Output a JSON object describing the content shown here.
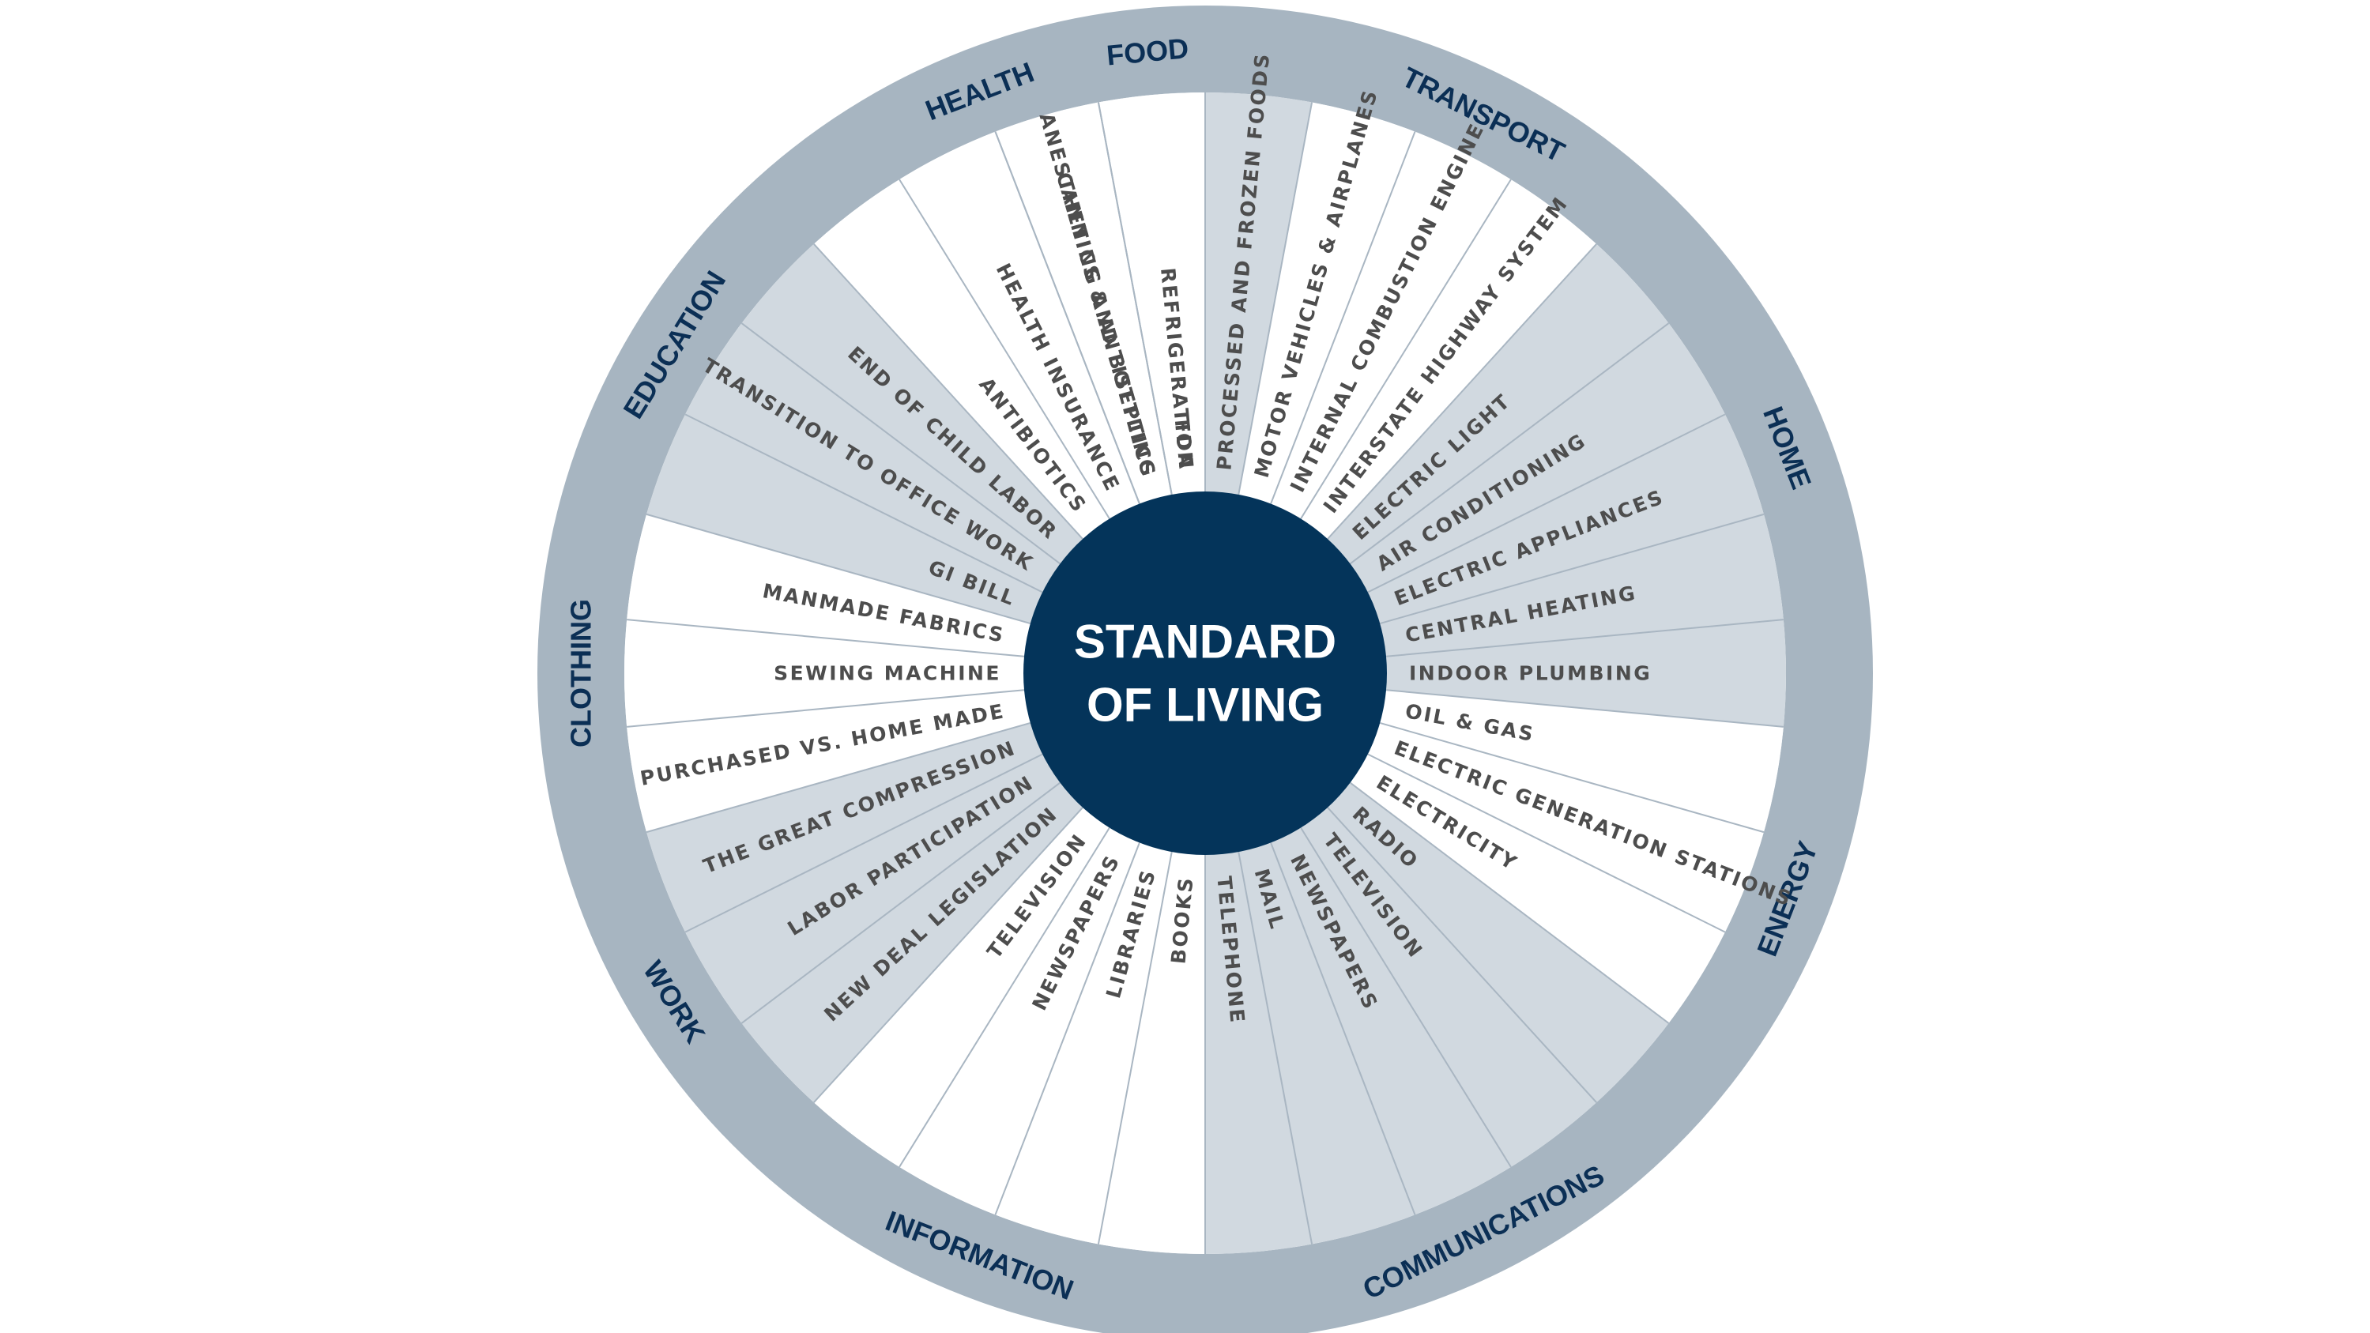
{
  "title": {
    "line1": "STANDARD",
    "line2": "OF LIVING"
  },
  "colors": {
    "outer_ring": "#a7b5c1",
    "shaded_sector": "#d1d9e0",
    "white_sector": "#ffffff",
    "divider": "#a9b6c2",
    "center": "#04345a",
    "category_text": "#0b2f55",
    "item_text": "#4d4d4d",
    "title_text": "#ffffff"
  },
  "categories": [
    {
      "name": "FOOD",
      "shaded": true,
      "items": [
        "CANNING AND BOTTLING",
        "REFRIGERATION",
        "PROCESSED AND FROZEN FOODS"
      ]
    },
    {
      "name": "TRANSPORT",
      "shaded": false,
      "items": [
        "MOTOR VEHICLES & AIRPLANES",
        "INTERNAL COMBUSTION ENGINE",
        "INTERSTATE HIGHWAY SYSTEM"
      ]
    },
    {
      "name": "HOME",
      "shaded": true,
      "items": [
        "ELECTRIC LIGHT",
        "AIR CONDITIONING",
        "ELECTRIC APPLIANCES",
        "CENTRAL HEATING",
        "INDOOR PLUMBING"
      ]
    },
    {
      "name": "ENERGY",
      "shaded": false,
      "items": [
        "OIL & GAS",
        "ELECTRIC GENERATION STATIONS",
        "ELECTRICITY"
      ]
    },
    {
      "name": "COMMUNICATIONS",
      "shaded": true,
      "items": [
        "RADIO",
        "TELEVISION",
        "NEWSPAPERS",
        "MAIL",
        "TELEPHONE"
      ]
    },
    {
      "name": "INFORMATION",
      "shaded": false,
      "items": [
        "BOOKS",
        "LIBRARIES",
        "NEWSPAPERS",
        "TELEVISION"
      ]
    },
    {
      "name": "WORK",
      "shaded": true,
      "items": [
        "NEW DEAL LEGISLATION",
        "LABOR PARTICIPATION",
        "THE GREAT COMPRESSION"
      ]
    },
    {
      "name": "CLOTHING",
      "shaded": false,
      "items": [
        "PURCHASED VS. HOME MADE",
        "SEWING MACHINE",
        "MANMADE FABRICS"
      ]
    },
    {
      "name": "EDUCATION",
      "shaded": true,
      "items": [
        "GI BILL",
        "TRANSITION TO OFFICE WORK",
        "END OF CHILD LABOR"
      ]
    },
    {
      "name": "HEALTH",
      "shaded": false,
      "items": [
        "ANTIBIOTICS",
        "HEALTH INSURANCE",
        "ANESTHETICS & ANTISEPTICS",
        "FDA"
      ]
    }
  ]
}
